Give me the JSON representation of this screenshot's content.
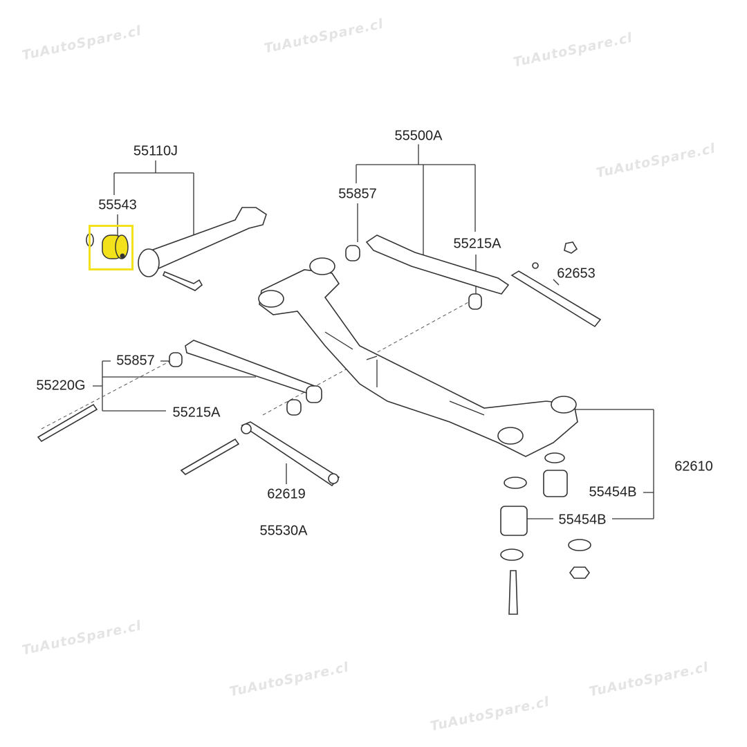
{
  "watermark": "TuAutoSpare.cl",
  "highlight_color": "#f3e21b",
  "labels": {
    "l55110J": "55110J",
    "l55543": "55543",
    "l55500A": "55500A",
    "l55857_top": "55857",
    "l55215A_top": "55215A",
    "l62653": "62653",
    "l55857_left": "55857",
    "l55220G": "55220G",
    "l55215A_left": "55215A",
    "l62619": "62619",
    "l55530A": "55530A",
    "l62610": "62610",
    "l55454B_upper": "55454B",
    "l55454B_lower": "55454B"
  },
  "highlighted_part": "55543"
}
